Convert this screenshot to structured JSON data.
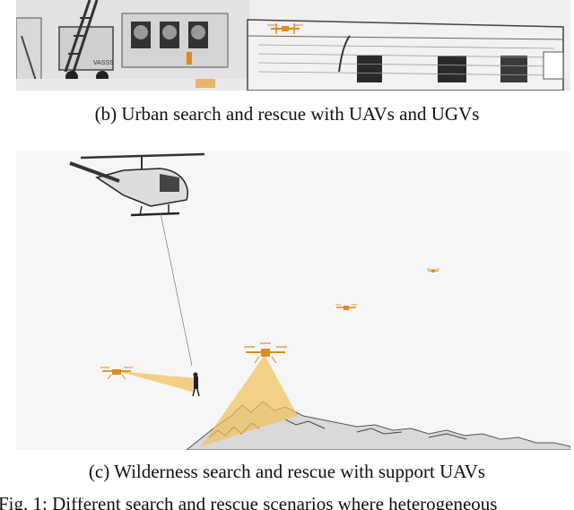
{
  "figure": {
    "panel_b": {
      "caption": "(b) Urban search and rescue with UAVs and UGVs",
      "truck_label": "VASSS"
    },
    "panel_c": {
      "caption": "(c) Wilderness search and rescue with support UAVs"
    },
    "figure_caption": "Fig. 1: Different search and rescue scenarios where heterogeneous"
  },
  "colors": {
    "accent_orange": "#e08a1e",
    "cone_yellow": "#f2c15a",
    "ink": "#111111"
  }
}
